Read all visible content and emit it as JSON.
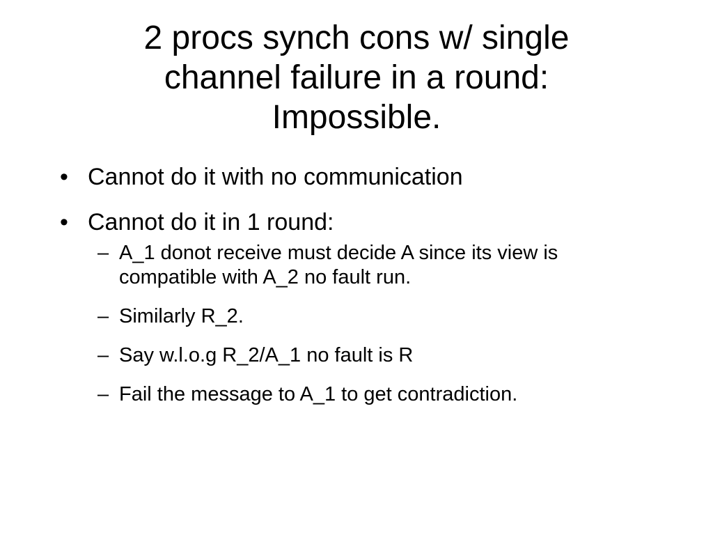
{
  "slide": {
    "title_lines": [
      "2 procs synch cons w/ single",
      "channel failure in a round:",
      "Impossible."
    ],
    "bullet_marker": "•",
    "sub_marker": "–",
    "bullets": [
      {
        "text": "Cannot do it with no communication"
      },
      {
        "text": "Cannot do it in 1 round:"
      }
    ],
    "sub_bullets": [
      {
        "text": "A_1 donot receive must decide A since its view is compatible with A_2 no fault run."
      },
      {
        "text": "Similarly R_2."
      },
      {
        "text": "Say w.l.o.g R_2/A_1 no fault is R"
      },
      {
        "text": "Fail the message to A_1 to get contradiction."
      }
    ]
  }
}
